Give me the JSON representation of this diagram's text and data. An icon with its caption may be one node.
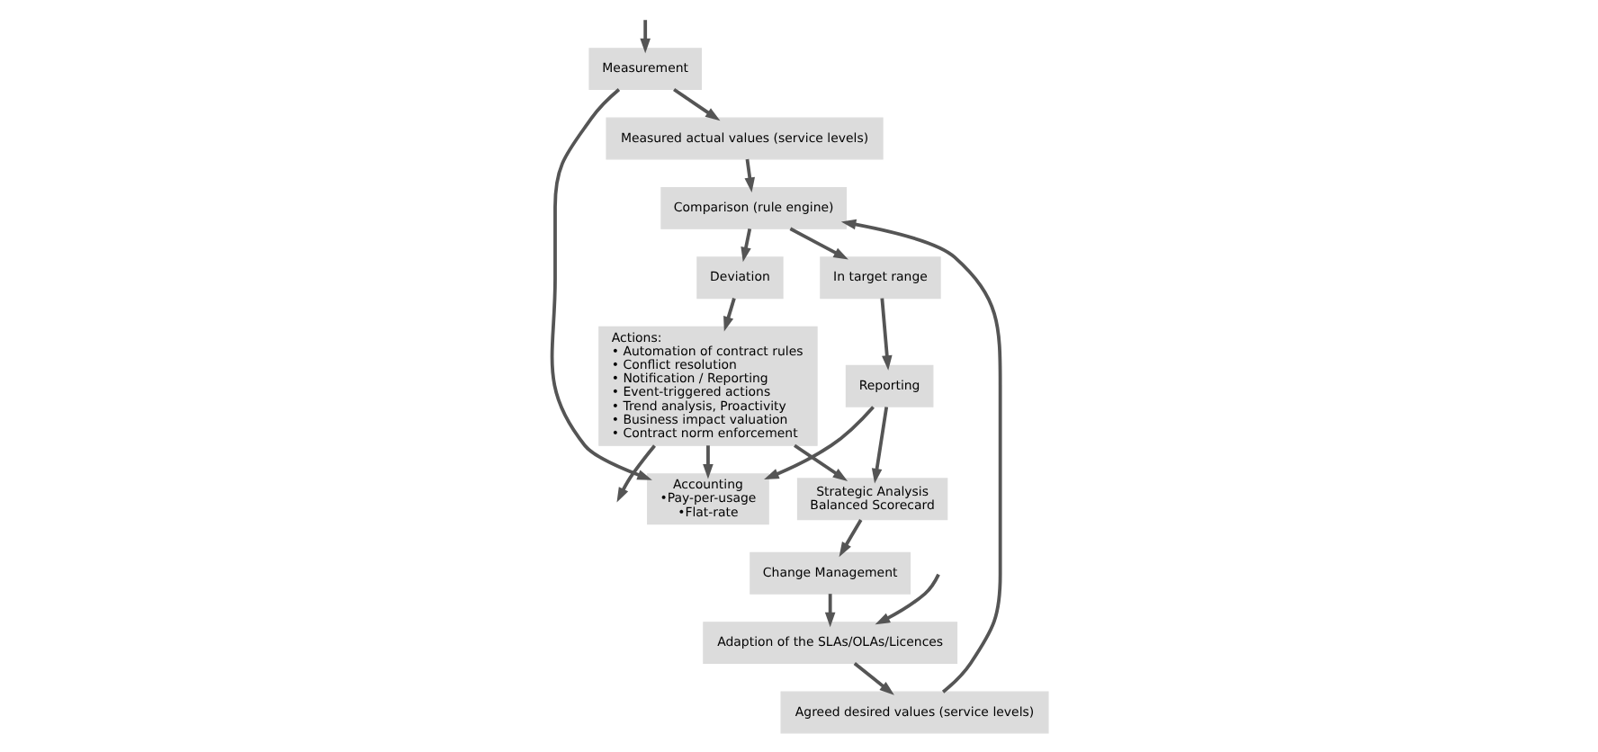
{
  "diagram": {
    "nodes": [
      {
        "text": [
          "Measurement"
        ]
      },
      {
        "text": [
          "Measured actual values (service levels)"
        ]
      },
      {
        "text": [
          "Comparison (rule engine)"
        ]
      },
      {
        "text": [
          "Agreed desired values (service levels)"
        ]
      },
      {
        "text": [
          "Adaption of the SLAs/OLAs/Licences"
        ]
      },
      {
        "text": [
          "Deviation"
        ]
      },
      {
        "text": [
          "Accounting",
          "•Pay-per-usage",
          "•Flat-rate"
        ]
      },
      {
        "text": [
          "In target range"
        ]
      },
      {
        "text": [
          "Reporting"
        ]
      },
      {
        "text": [
          "Actions:",
          "• Automation of contract rules",
          "• Conflict resolution",
          "• Notification / Reporting",
          "• Event-triggered actions",
          "• Trend analysis, Proactivity",
          "• Business impact valuation",
          "• Contract norm enforcement"
        ]
      },
      {
        "text": [
          "Strategic Analysis",
          "Balanced Scorecard"
        ]
      },
      {
        "text": [
          "Change Management"
        ]
      }
    ],
    "edges": [
      {
        "from": null,
        "to": 0,
        "arrow": "to"
      },
      {
        "from": 0,
        "to": 1,
        "arrow": "to"
      },
      {
        "from": 0,
        "to": 6,
        "arrow": "to"
      },
      {
        "from": 1,
        "to": 2,
        "arrow": "to"
      },
      {
        "from": 3,
        "to": 2,
        "arrow": "to"
      },
      {
        "from": 4,
        "to": 3,
        "arrow": "to"
      },
      {
        "from": null,
        "to": 4,
        "arrow": "to"
      },
      {
        "from": 2,
        "to": 5,
        "arrow": "to"
      },
      {
        "from": 2,
        "to": 7,
        "arrow": "to"
      },
      {
        "from": 5,
        "to": 9,
        "arrow": "to"
      },
      {
        "from": 9,
        "to": 6,
        "arrow": "to"
      },
      {
        "from": 8,
        "to": 6,
        "arrow": "to"
      },
      {
        "from": 7,
        "to": 8,
        "arrow": "to"
      },
      {
        "from": 8,
        "to": 10,
        "arrow": "to"
      },
      {
        "from": 9,
        "to": 10,
        "arrow": "to"
      },
      {
        "from": 9,
        "to": null,
        "arrow": "to"
      },
      {
        "from": 10,
        "to": 11,
        "arrow": "to"
      },
      {
        "from": 11,
        "to": 4,
        "arrow": "to"
      }
    ]
  }
}
